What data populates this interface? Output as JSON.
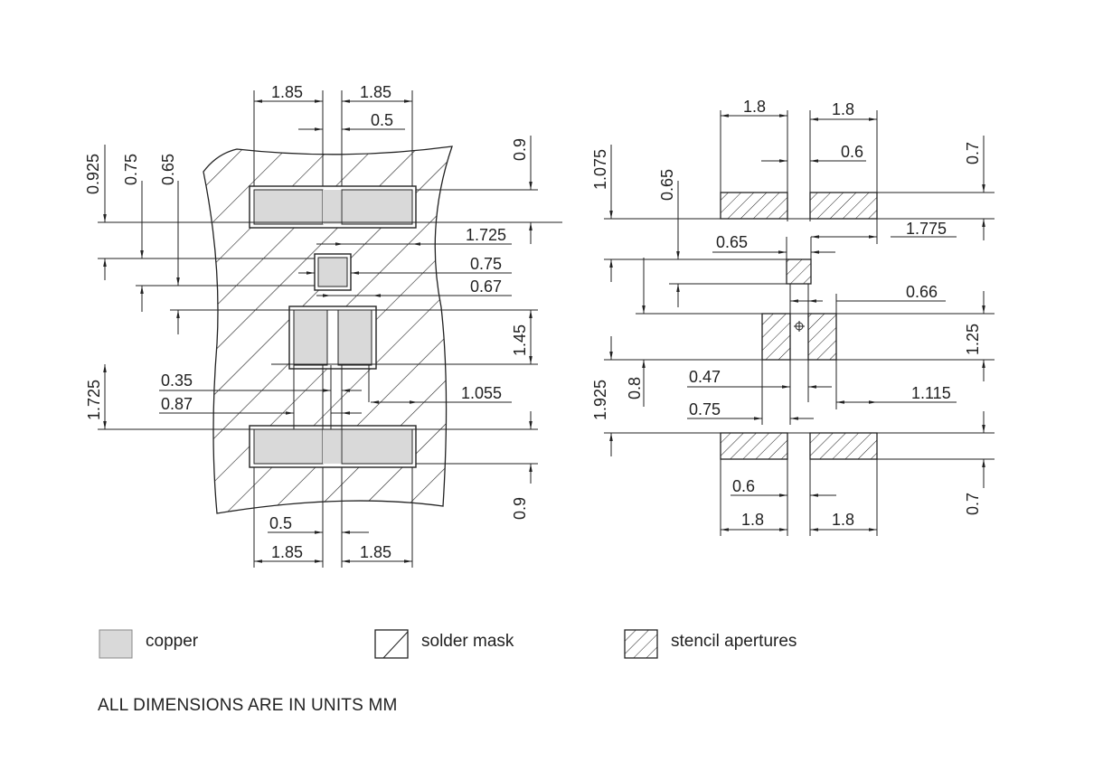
{
  "left_view": {
    "dims": {
      "top_w_left": "1.85",
      "top_w_right": "1.85",
      "top_gap": "0.5",
      "h_0925": "0.925",
      "h_075": "0.75",
      "h_065": "0.65",
      "right_09_top": "0.9",
      "d_1725_top": "1.725",
      "d_075_small": "0.75",
      "d_067": "0.67",
      "right_145": "1.45",
      "left_1725": "1.725",
      "d_035": "0.35",
      "d_087": "0.87",
      "d_1055": "1.055",
      "right_09_bottom": "0.9",
      "bottom_gap": "0.5",
      "bottom_w_left": "1.85",
      "bottom_w_right": "1.85"
    }
  },
  "right_view": {
    "dims": {
      "top_w_left": "1.8",
      "top_w_right": "1.8",
      "top_gap": "0.6",
      "h_1075": "1.075",
      "h_065": "0.65",
      "right_07_top": "0.7",
      "d_1775": "1.775",
      "d_065": "0.65",
      "d_066": "0.66",
      "right_125": "1.25",
      "left_1925": "1.925",
      "left_08": "0.8",
      "d_047": "0.47",
      "d_1115": "1.115",
      "d_075": "0.75",
      "right_07_bottom": "0.7",
      "bottom_gap": "0.6",
      "bottom_w_left": "1.8",
      "bottom_w_right": "1.8"
    }
  },
  "legend": {
    "copper": "copper",
    "solder_mask": "solder mask",
    "stencil": "stencil apertures"
  },
  "note": "ALL DIMENSIONS ARE IN UNITS MM",
  "colors": {
    "copper_fill": "#d9d9d9",
    "ink": "#222222"
  }
}
